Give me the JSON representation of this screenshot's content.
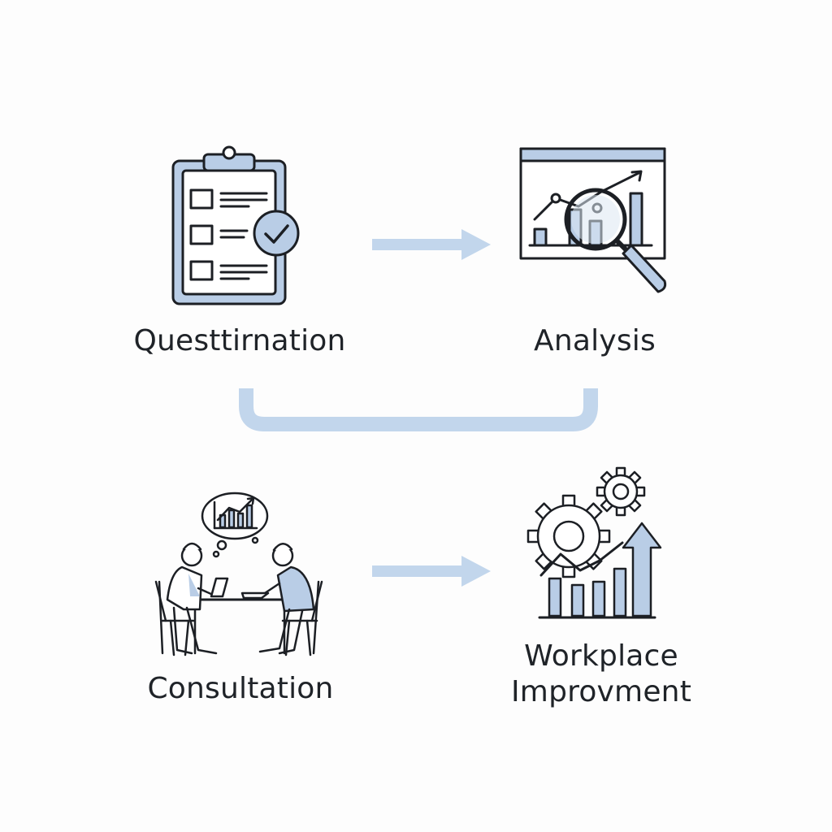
{
  "steps": {
    "questionnaire": {
      "label": "Questtirnation"
    },
    "analysis": {
      "label": "Analysis"
    },
    "consultation": {
      "label": "Consultation"
    },
    "improvement": {
      "line1": "Workplace",
      "line2": "Improvment"
    }
  },
  "colors": {
    "accent_fill": "#b9cde6",
    "arrow": "#c2d6ec",
    "stroke": "#1c1f24"
  },
  "icons": {
    "questionnaire": "clipboard-checklist-icon",
    "analysis": "chart-magnifier-icon",
    "consultation": "meeting-table-icon",
    "improvement": "gears-growth-chart-icon"
  }
}
